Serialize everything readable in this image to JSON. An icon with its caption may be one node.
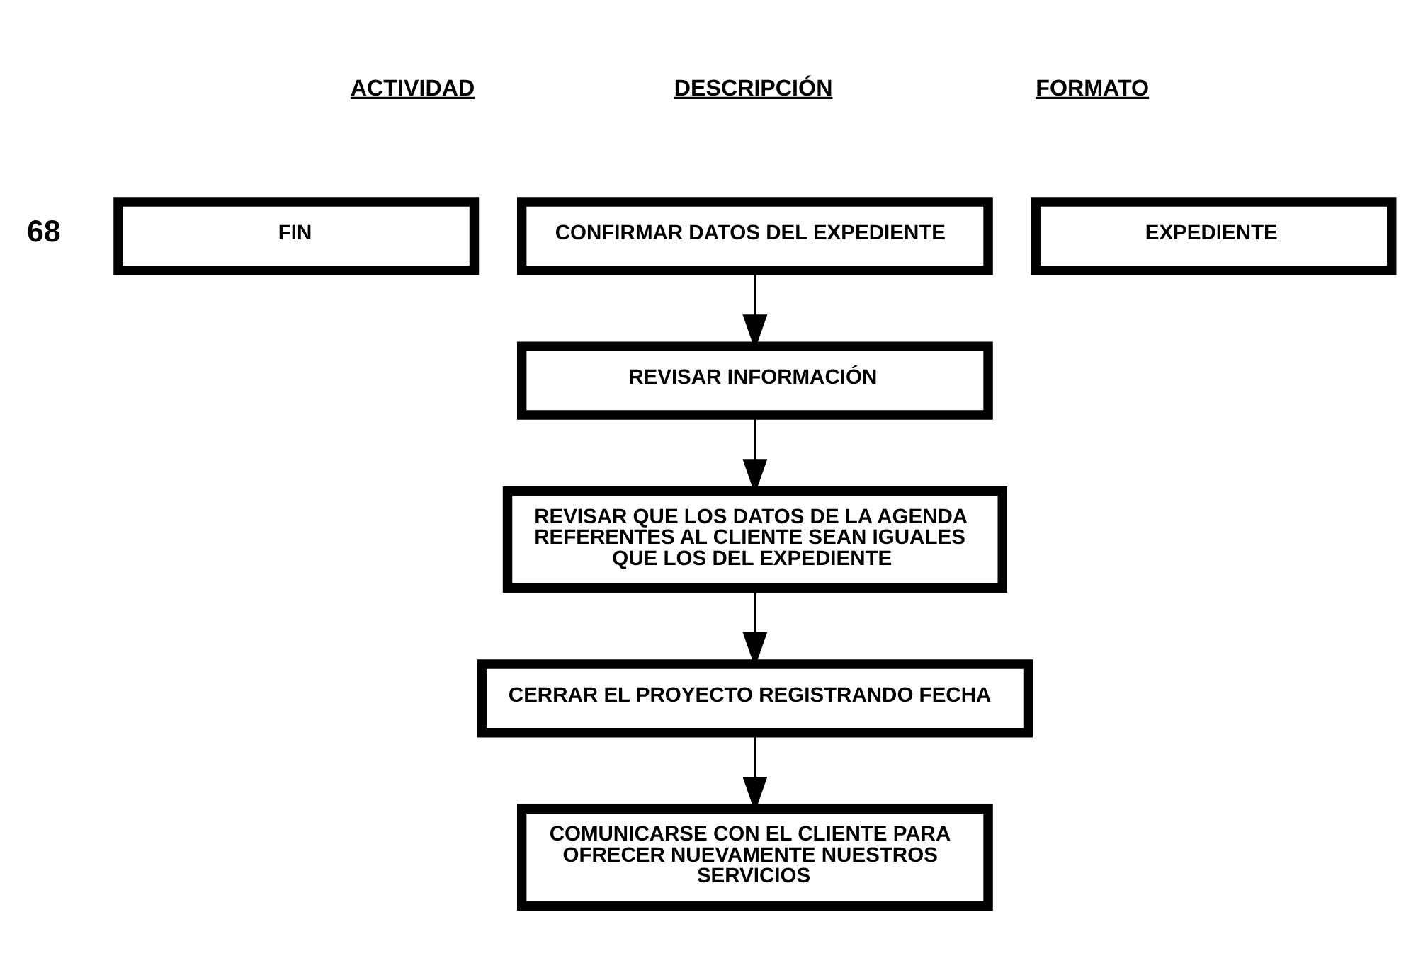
{
  "diagram": {
    "nodes": [
      {
        "text": [
          "FIN"
        ],
        "beside": [
          "68"
        ]
      },
      {
        "text": [
          "CONFIRMAR DATOS DEL EXPEDIENTE"
        ]
      },
      {
        "text": [
          "EXPEDIENTE"
        ]
      },
      {
        "text": [
          "REVISAR INFORMACIÓN"
        ]
      },
      {
        "text": [
          "REVISAR QUE LOS DATOS DE LA AGENDA REFERENTES AL CLIENTE SEAN IGUALES QUE LOS DEL EXPEDIENTE"
        ]
      },
      {
        "text": [
          "CERRAR EL PROYECTO REGISTRANDO FECHA"
        ]
      },
      {
        "text": [
          "COMUNICARSE CON EL CLIENTE PARA OFRECER NUEVAMENTE NUESTROS SERVICIOS"
        ]
      }
    ],
    "edges": [
      {
        "from": 1,
        "to": 3,
        "arrow": "to"
      },
      {
        "from": 3,
        "to": 4,
        "arrow": "to"
      },
      {
        "from": 4,
        "to": 5,
        "arrow": "to"
      },
      {
        "from": 5,
        "to": 6,
        "arrow": "to"
      }
    ],
    "labels": [
      "ACTIVIDAD",
      "DESCRIPCIÓN",
      "FORMATO"
    ]
  }
}
